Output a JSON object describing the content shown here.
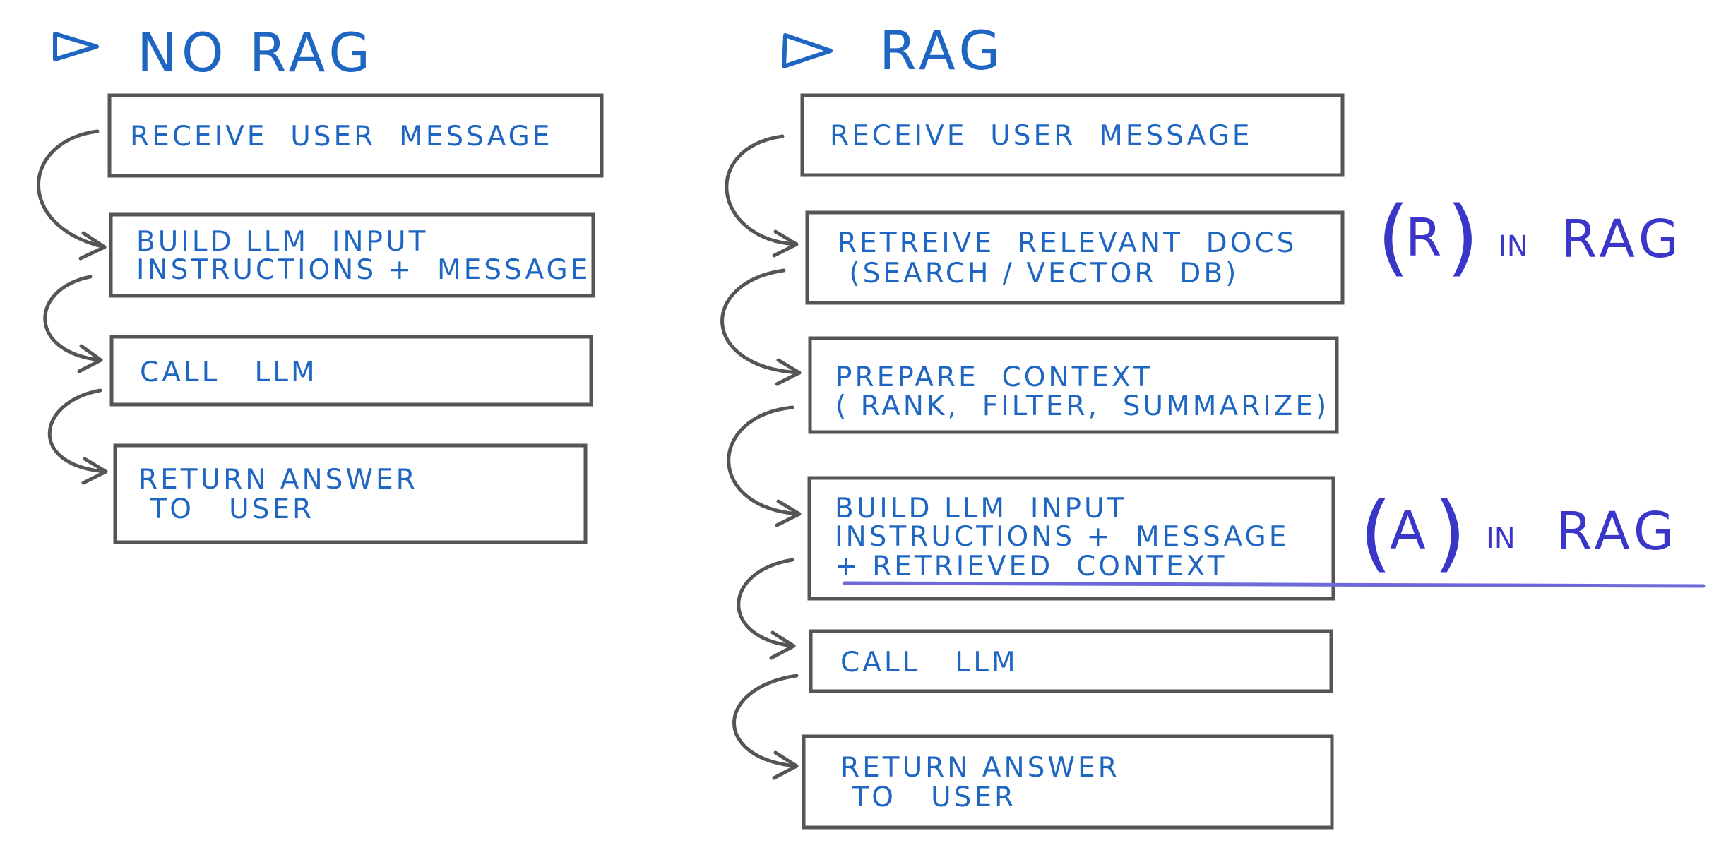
{
  "columns": [
    {
      "heading": "NO RAG",
      "steps": [
        [
          "RECEIVE  USER  MESSAGE"
        ],
        [
          "BUILD LLM  INPUT",
          "INSTRUCTIONS +  MESSAGE"
        ],
        [
          "CALL   LLM"
        ],
        [
          "RETURN ANSWER",
          " TO   USER"
        ]
      ]
    },
    {
      "heading": "RAG",
      "steps": [
        [
          "RECEIVE  USER  MESSAGE"
        ],
        [
          "RETREIVE  RELEVANT  DOCS",
          " (SEARCH / VECTOR  DB)"
        ],
        [
          "PREPARE  CONTEXT",
          "( RANK,  FILTER,  SUMMARIZE)"
        ],
        [
          "BUILD LLM  INPUT",
          "INSTRUCTIONS +  MESSAGE",
          "+ RETRIEVED  CONTEXT"
        ],
        [
          "CALL   LLM"
        ],
        [
          "RETURN ANSWER",
          " TO   USER"
        ]
      ]
    }
  ],
  "annotations": {
    "retrieval": {
      "open": "(",
      "letter": "R",
      "close": ")",
      "in": "IN",
      "word": "RAG"
    },
    "augmentation": {
      "open": "(",
      "letter": "A",
      "close": ")",
      "in": "IN",
      "word": "RAG"
    }
  },
  "colors": {
    "text": "#1f66c2",
    "annotation": "#3a36c8",
    "underline": "#6d69d8",
    "box_stroke": "#555555"
  }
}
